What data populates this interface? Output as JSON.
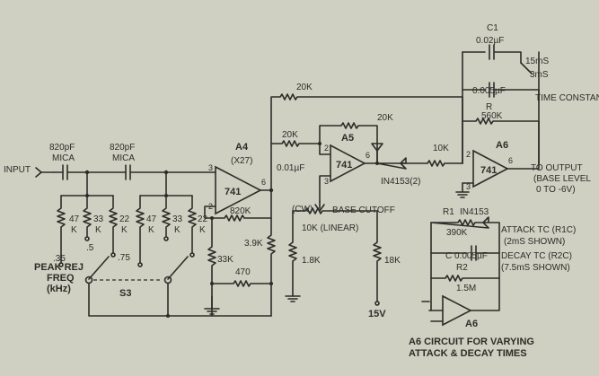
{
  "input": {
    "label": "INPUT"
  },
  "input_caps": {
    "c1": {
      "value": "820pF",
      "type": "MICA"
    },
    "c2": {
      "value": "820pF",
      "type": "MICA"
    }
  },
  "left_resistors": [
    "47",
    "33",
    "22"
  ],
  "right_resistors": [
    "47",
    "33",
    "22"
  ],
  "resistor_unit": "K",
  "switch_taps": {
    "t1": ".35",
    "t2": ".5",
    "t3": ".75"
  },
  "peak_rej": {
    "line1": "PEAK REJ",
    "line2": "FREQ",
    "line3": "(kHz)"
  },
  "switch_name": "S3",
  "a4": {
    "name": "A4",
    "gain": "(X27)",
    "chip": "741",
    "r_feedback": "820K",
    "r_gain": "3.9K",
    "r_bias": "33K",
    "r_series": "470"
  },
  "coupling_cap": "0.01µF",
  "a5": {
    "name": "A5",
    "chip": "741",
    "r_in": "20K",
    "r_feedback": "20K",
    "r_top": "20K",
    "diode": "IN4153(2)",
    "r_out": "10K"
  },
  "pin_numbers": {
    "a4_in": "3",
    "a4_inv": "2",
    "a4_out": "6",
    "a5_inv": "2",
    "a5_out": "6",
    "a5_in": "3",
    "a6_inv": "2",
    "a6_out": "6",
    "a6_in": "3"
  },
  "pot": {
    "cw": "(CW)",
    "label": "BASE CUTOFF",
    "value": "10K (LINEAR)",
    "r_left": "1.8K",
    "r_right": "18K",
    "supply": "15V"
  },
  "a6": {
    "name": "A6",
    "chip": "741",
    "c1_name": "C1",
    "c1_value": "0.02µF",
    "c1_time": "15mS",
    "c2_value": "0.005µF",
    "c2_time": "3mS",
    "time_constant": "TIME CONSTANT",
    "r_feedback_name": "R",
    "r_feedback": "560K",
    "output_line1": "TO OUTPUT",
    "output_line2": "(BASE LEVEL",
    "output_line3": "0 TO -6V)"
  },
  "aux": {
    "r1_name": "R1",
    "diode": "IN4153",
    "r1_value": "390K",
    "attack_line1": "ATTACK TC (R1C)",
    "attack_line2": "(2mS SHOWN)",
    "cap": "C 0.005µF",
    "r2_name": "R2",
    "r2_value": "1.5M",
    "decay_line1": "DECAY TC (R2C)",
    "decay_line2": "(7.5mS SHOWN)",
    "amp_name": "A6"
  },
  "caption": {
    "line1": "A6 CIRCUIT FOR VARYING",
    "line2": "ATTACK & DECAY TIMES"
  }
}
